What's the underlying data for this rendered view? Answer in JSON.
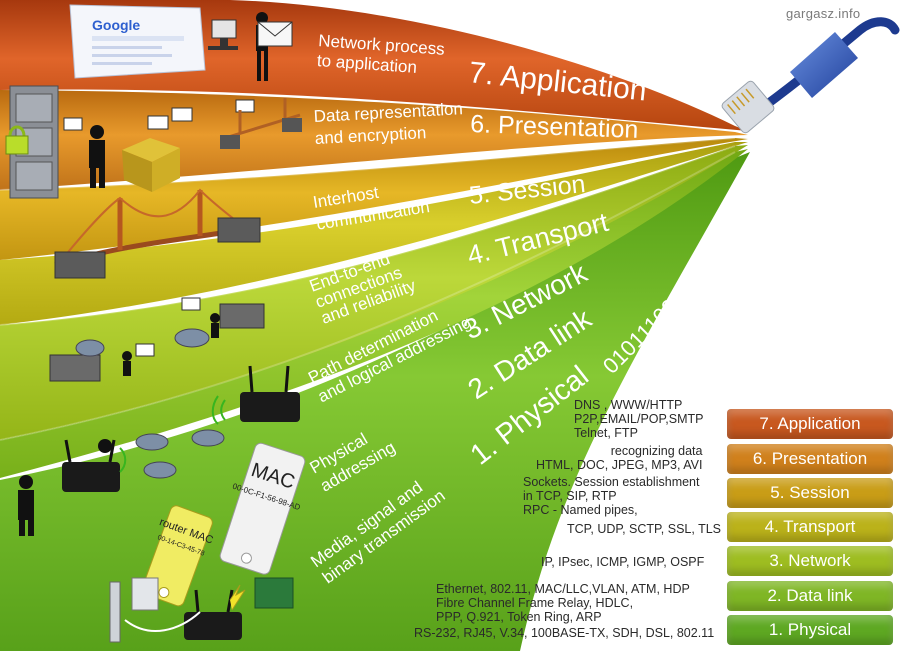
{
  "watermark": "gargasz.info",
  "colors": {
    "l7": "#d2571c",
    "l6": "#db8a1c",
    "l5": "#d6a414",
    "l4": "#c8bc18",
    "l3": "#a9c51f",
    "l2": "#8ec320",
    "l1": "#6db51f"
  },
  "layers": [
    {
      "number_name": "7. Application",
      "desc": "Network process\nto application",
      "legend": "7. Application",
      "protocols": "DNS , WWW/HTTP\nP2P,EMAIL/POP,SMTP\nTelnet, FTP"
    },
    {
      "number_name": "6. Presentation",
      "desc": "Data representation\nand encryption",
      "legend": "6. Presentation",
      "protocols": "recognizing data\nHTML, DOC, JPEG, MP3, AVI"
    },
    {
      "number_name": "5. Session",
      "desc": "Interhost\ncommunication",
      "legend": "5. Session",
      "protocols": "Sockets. Session establishment\nin TCP, SIP, RTP\nRPC - Named pipes,"
    },
    {
      "number_name": "4. Transport",
      "desc": "End-to-end\nconnections\nand reliability",
      "legend": "4. Transport",
      "protocols": "TCP, UDP, SCTP, SSL, TLS"
    },
    {
      "number_name": "3. Network",
      "desc": "Path determination\nand logical addressing",
      "legend": "3. Network",
      "protocols": "IP, IPsec, ICMP, IGMP, OSPF"
    },
    {
      "number_name": "2. Data link",
      "desc": "Physical\naddressing",
      "legend": "2. Data link",
      "protocols": "Ethernet, 802.11, MAC/LLC,VLAN, ATM, HDP\nFibre Channel Frame Relay, HDLC,\nPPP, Q.921, Token Ring, ARP"
    },
    {
      "number_name": "1. Physical",
      "desc": "Media, signal and\nbinary transmission",
      "legend": "1. Physical",
      "protocols": "RS-232, RJ45, V.34, 100BASE-TX, SDH, DSL, 802.11"
    }
  ],
  "binary": "0101110010",
  "google_logo": "Google",
  "tags": {
    "mac_title": "MAC",
    "mac_value": "00-0C-F1-56-98-AD",
    "router_title": "router MAC",
    "router_value": "00-14-C3-45-78"
  }
}
